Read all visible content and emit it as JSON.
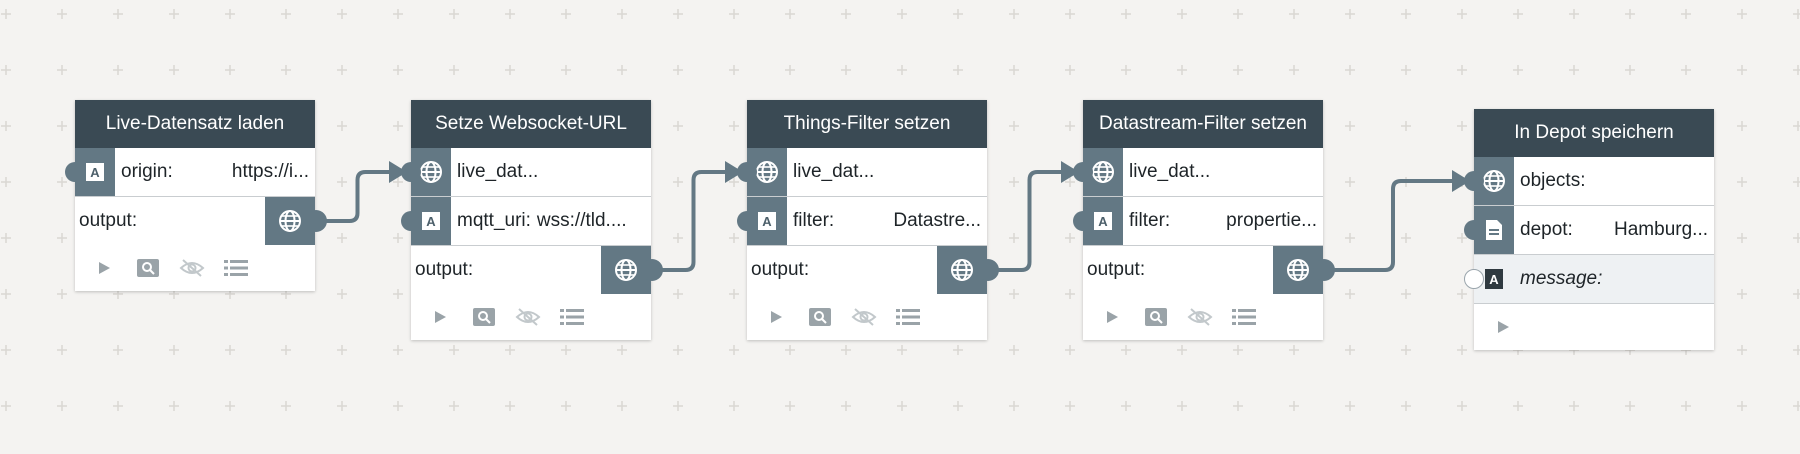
{
  "nodes": [
    {
      "title": "Live-Datensatz laden",
      "rows": [
        {
          "type": "text",
          "label": "origin:",
          "value": "https://i..."
        }
      ],
      "output_label": "output:"
    },
    {
      "title": "Setze Websocket-URL",
      "rows": [
        {
          "type": "object",
          "label": "live_dat...",
          "value": ""
        },
        {
          "type": "text",
          "label": "mqtt_uri:",
          "value": "wss://tld...."
        }
      ],
      "output_label": "output:"
    },
    {
      "title": "Things-Filter setzen",
      "rows": [
        {
          "type": "object",
          "label": "live_dat...",
          "value": ""
        },
        {
          "type": "text",
          "label": "filter:",
          "value": "Datastre..."
        }
      ],
      "output_label": "output:"
    },
    {
      "title": "Datastream-Filter setzen",
      "rows": [
        {
          "type": "object",
          "label": "live_dat...",
          "value": ""
        },
        {
          "type": "text",
          "label": "filter:",
          "value": "propertie..."
        }
      ],
      "output_label": "output:"
    },
    {
      "title": "In Depot speichern",
      "rows": [
        {
          "type": "object",
          "label": "objects:",
          "value": ""
        },
        {
          "type": "file",
          "label": "depot:",
          "value": "Hamburg..."
        },
        {
          "type": "text-optional",
          "label": "message:",
          "value": ""
        }
      ]
    }
  ],
  "icons": {
    "text": "text-type-icon",
    "object": "globe-icon",
    "file": "document-icon",
    "run": "play-icon",
    "inspect": "inspect-icon",
    "hide": "eye-off-icon",
    "list": "list-icon"
  },
  "colors": {
    "canvas": "#f4f3f1",
    "header": "#3a4a54",
    "socket": "#637884",
    "wire": "#637884"
  }
}
